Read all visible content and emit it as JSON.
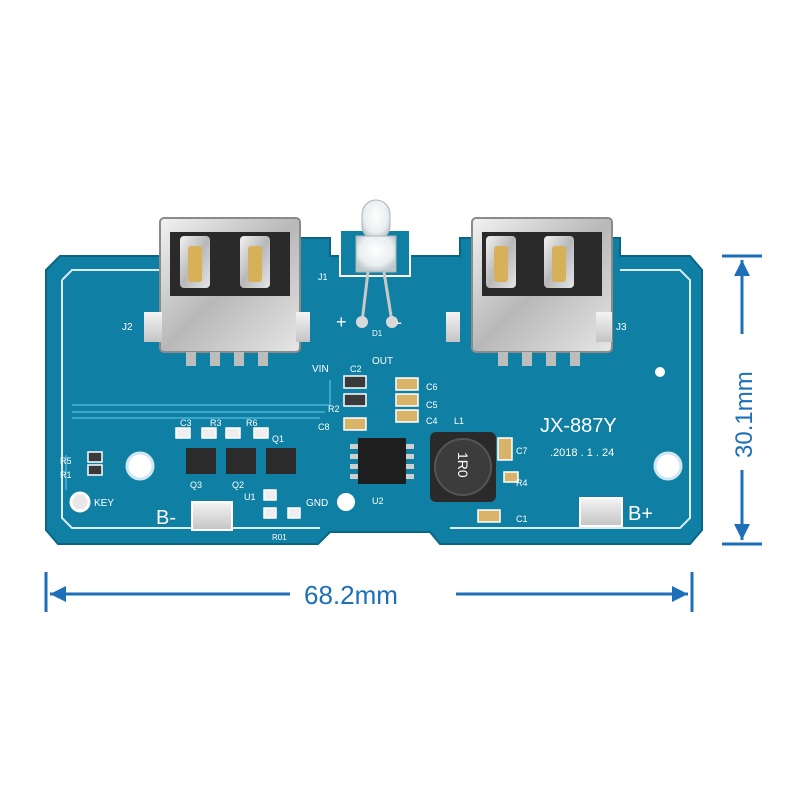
{
  "board": {
    "model": "JX-887Y",
    "date": ".2018 . 1 . 24",
    "solder_mask_color": "#0f7fa3",
    "silkscreen_color": "#ffffff",
    "labels": {
      "j1": "J1",
      "j2": "J2",
      "j3": "J3",
      "d1": "D1",
      "plus": "+",
      "minus": "-",
      "out": "OUT",
      "vin": "VIN",
      "gnd": "GND",
      "key": "KEY",
      "c1": "C1",
      "c2": "C2",
      "c3": "C3",
      "c4": "C4",
      "c5": "C5",
      "c6": "C6",
      "c7": "C7",
      "c8": "C8",
      "r1": "R1",
      "r2": "R2",
      "r3": "R3",
      "r4": "R4",
      "r5": "R5",
      "r6": "R6",
      "r01": "R01",
      "q1": "Q1",
      "q2": "Q2",
      "q3": "Q3",
      "u1": "U1",
      "u2": "U2",
      "l1": "L1",
      "b_minus": "B-",
      "b_plus": "B+",
      "inductor_marking": "1R0"
    }
  },
  "dimensions": {
    "width_label": "68.2mm",
    "height_label": "30.1mm",
    "color": "#1d6fb8"
  }
}
